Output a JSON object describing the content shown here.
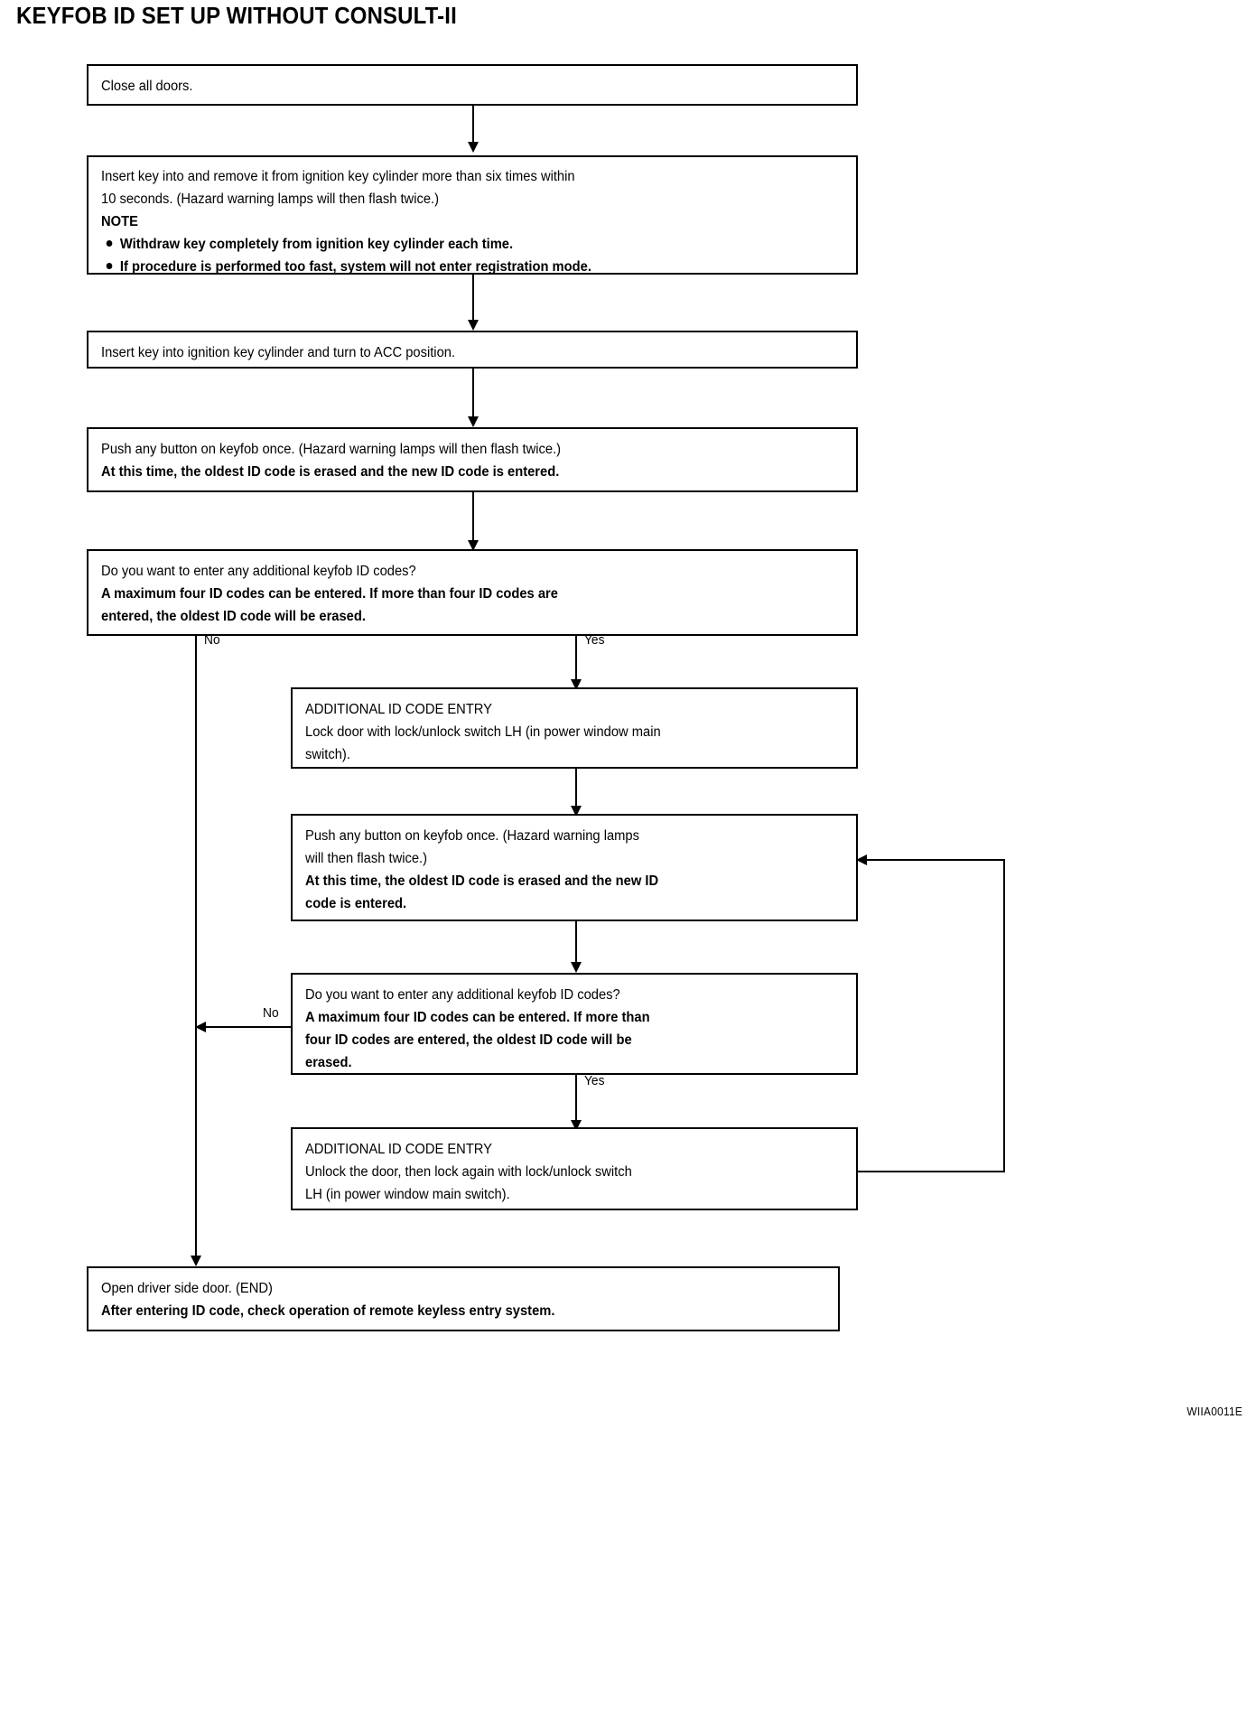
{
  "document": {
    "title": "KEYFOB ID SET UP WITHOUT CONSULT-II",
    "figure_code": "WIIA0011E"
  },
  "flowchart": {
    "type": "flowchart",
    "orientation": "top-to-bottom",
    "nodes": [
      {
        "id": "n1",
        "kind": "process",
        "lines": [
          {
            "text": "Close all doors.",
            "bold": false
          }
        ]
      },
      {
        "id": "n2",
        "kind": "process",
        "lines": [
          {
            "text": "Insert key into and remove it from ignition key cylinder more than six times within",
            "bold": false
          },
          {
            "text": "10 seconds. (Hazard warning lamps will then flash twice.)",
            "bold": false
          },
          {
            "text": "NOTE",
            "bold": true
          }
        ],
        "bullets": [
          "Withdraw key completely from ignition key cylinder each time.",
          "If procedure is performed too fast, system will not enter registration mode."
        ]
      },
      {
        "id": "n3",
        "kind": "process",
        "lines": [
          {
            "text": "Insert key into ignition key cylinder and turn to ACC position.",
            "bold": false
          }
        ]
      },
      {
        "id": "n4",
        "kind": "process",
        "lines": [
          {
            "text": "Push any button on keyfob once. (Hazard warning lamps will then flash twice.)",
            "bold": false
          },
          {
            "text": "At this time, the oldest ID code is erased and the new ID code is entered.",
            "bold": true
          }
        ]
      },
      {
        "id": "n5",
        "kind": "decision",
        "lines": [
          {
            "text": "Do you want to enter any additional keyfob ID codes?",
            "bold": false
          },
          {
            "text": "A maximum four ID codes can be entered. If more than four ID codes are",
            "bold": true
          },
          {
            "text": "entered, the oldest ID code will be erased.",
            "bold": true
          }
        ]
      },
      {
        "id": "n6",
        "kind": "process",
        "lines": [
          {
            "text": "ADDITIONAL ID CODE ENTRY",
            "bold": false
          },
          {
            "text": "Lock door with lock/unlock switch LH (in power window main",
            "bold": false
          },
          {
            "text": " switch).",
            "bold": false
          }
        ]
      },
      {
        "id": "n7",
        "kind": "process",
        "lines": [
          {
            "text": "Push any button on keyfob once. (Hazard warning lamps",
            "bold": false
          },
          {
            "text": "will then flash twice.)",
            "bold": false
          },
          {
            "text": "At this time, the oldest ID code is erased and the new ID",
            "bold": true
          },
          {
            "text": "code is entered.",
            "bold": true
          }
        ]
      },
      {
        "id": "n8",
        "kind": "decision",
        "lines": [
          {
            "text": "Do you want to enter any additional keyfob ID codes?",
            "bold": false
          },
          {
            "text": "A maximum four ID codes can be entered. If more than",
            "bold": true
          },
          {
            "text": "four ID codes are entered, the oldest ID code will be",
            "bold": true
          },
          {
            "text": "erased.",
            "bold": true
          }
        ]
      },
      {
        "id": "n9",
        "kind": "process",
        "lines": [
          {
            "text": "ADDITIONAL ID CODE ENTRY",
            "bold": false
          },
          {
            "text": "Unlock the door, then lock again with lock/unlock switch",
            "bold": false
          },
          {
            "text": "LH (in power window main switch).",
            "bold": false
          }
        ]
      },
      {
        "id": "n10",
        "kind": "terminator",
        "lines": [
          {
            "text": "Open driver side door. (END)",
            "bold": false
          },
          {
            "text": "After entering ID code, check operation of remote keyless entry system.",
            "bold": true
          }
        ]
      }
    ],
    "branch_labels": {
      "d1_no": "No",
      "d1_yes": "Yes",
      "d2_no": "No",
      "d2_yes": "Yes"
    }
  }
}
